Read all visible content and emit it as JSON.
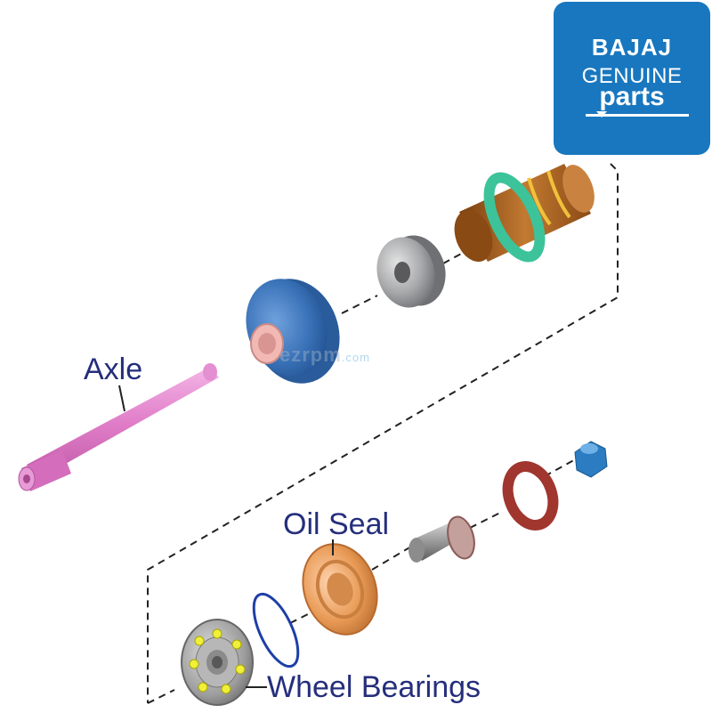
{
  "logo": {
    "brand": "BAJAJ",
    "line2": "GENUINE",
    "line3": "parts",
    "color": "#1877bf"
  },
  "labels": {
    "axle": "Axle",
    "oil_seal": "Oil Seal",
    "wheel_bearings": "Wheel Bearings"
  },
  "watermark": {
    "main": "ezrpm",
    "suffix": ".com"
  },
  "colors": {
    "label_text": "#252e7c",
    "axle": "#e07cc8",
    "hub_blue": "#3a72b8",
    "spacer_grey": "#a7a8aa",
    "sleeve_brown": "#b5651d",
    "sleeve_ring_green": "#3cc39a",
    "oil_seal": "#e89a55",
    "circlip": "#1e3fa8",
    "washer_red": "#a0362e",
    "nut_blue": "#2b7cc0"
  }
}
